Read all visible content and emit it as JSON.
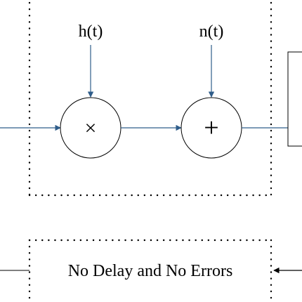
{
  "diagram": {
    "channel_gain_label": "h(t)",
    "noise_label": "n(t)",
    "multiply_symbol": "×",
    "add_symbol": "+",
    "feedback_label": "No Delay and No Errors"
  },
  "colors": {
    "signal_arrow": "#2f5d8a",
    "line": "#000000",
    "border_dots": "#000000",
    "background": "#ffffff"
  }
}
